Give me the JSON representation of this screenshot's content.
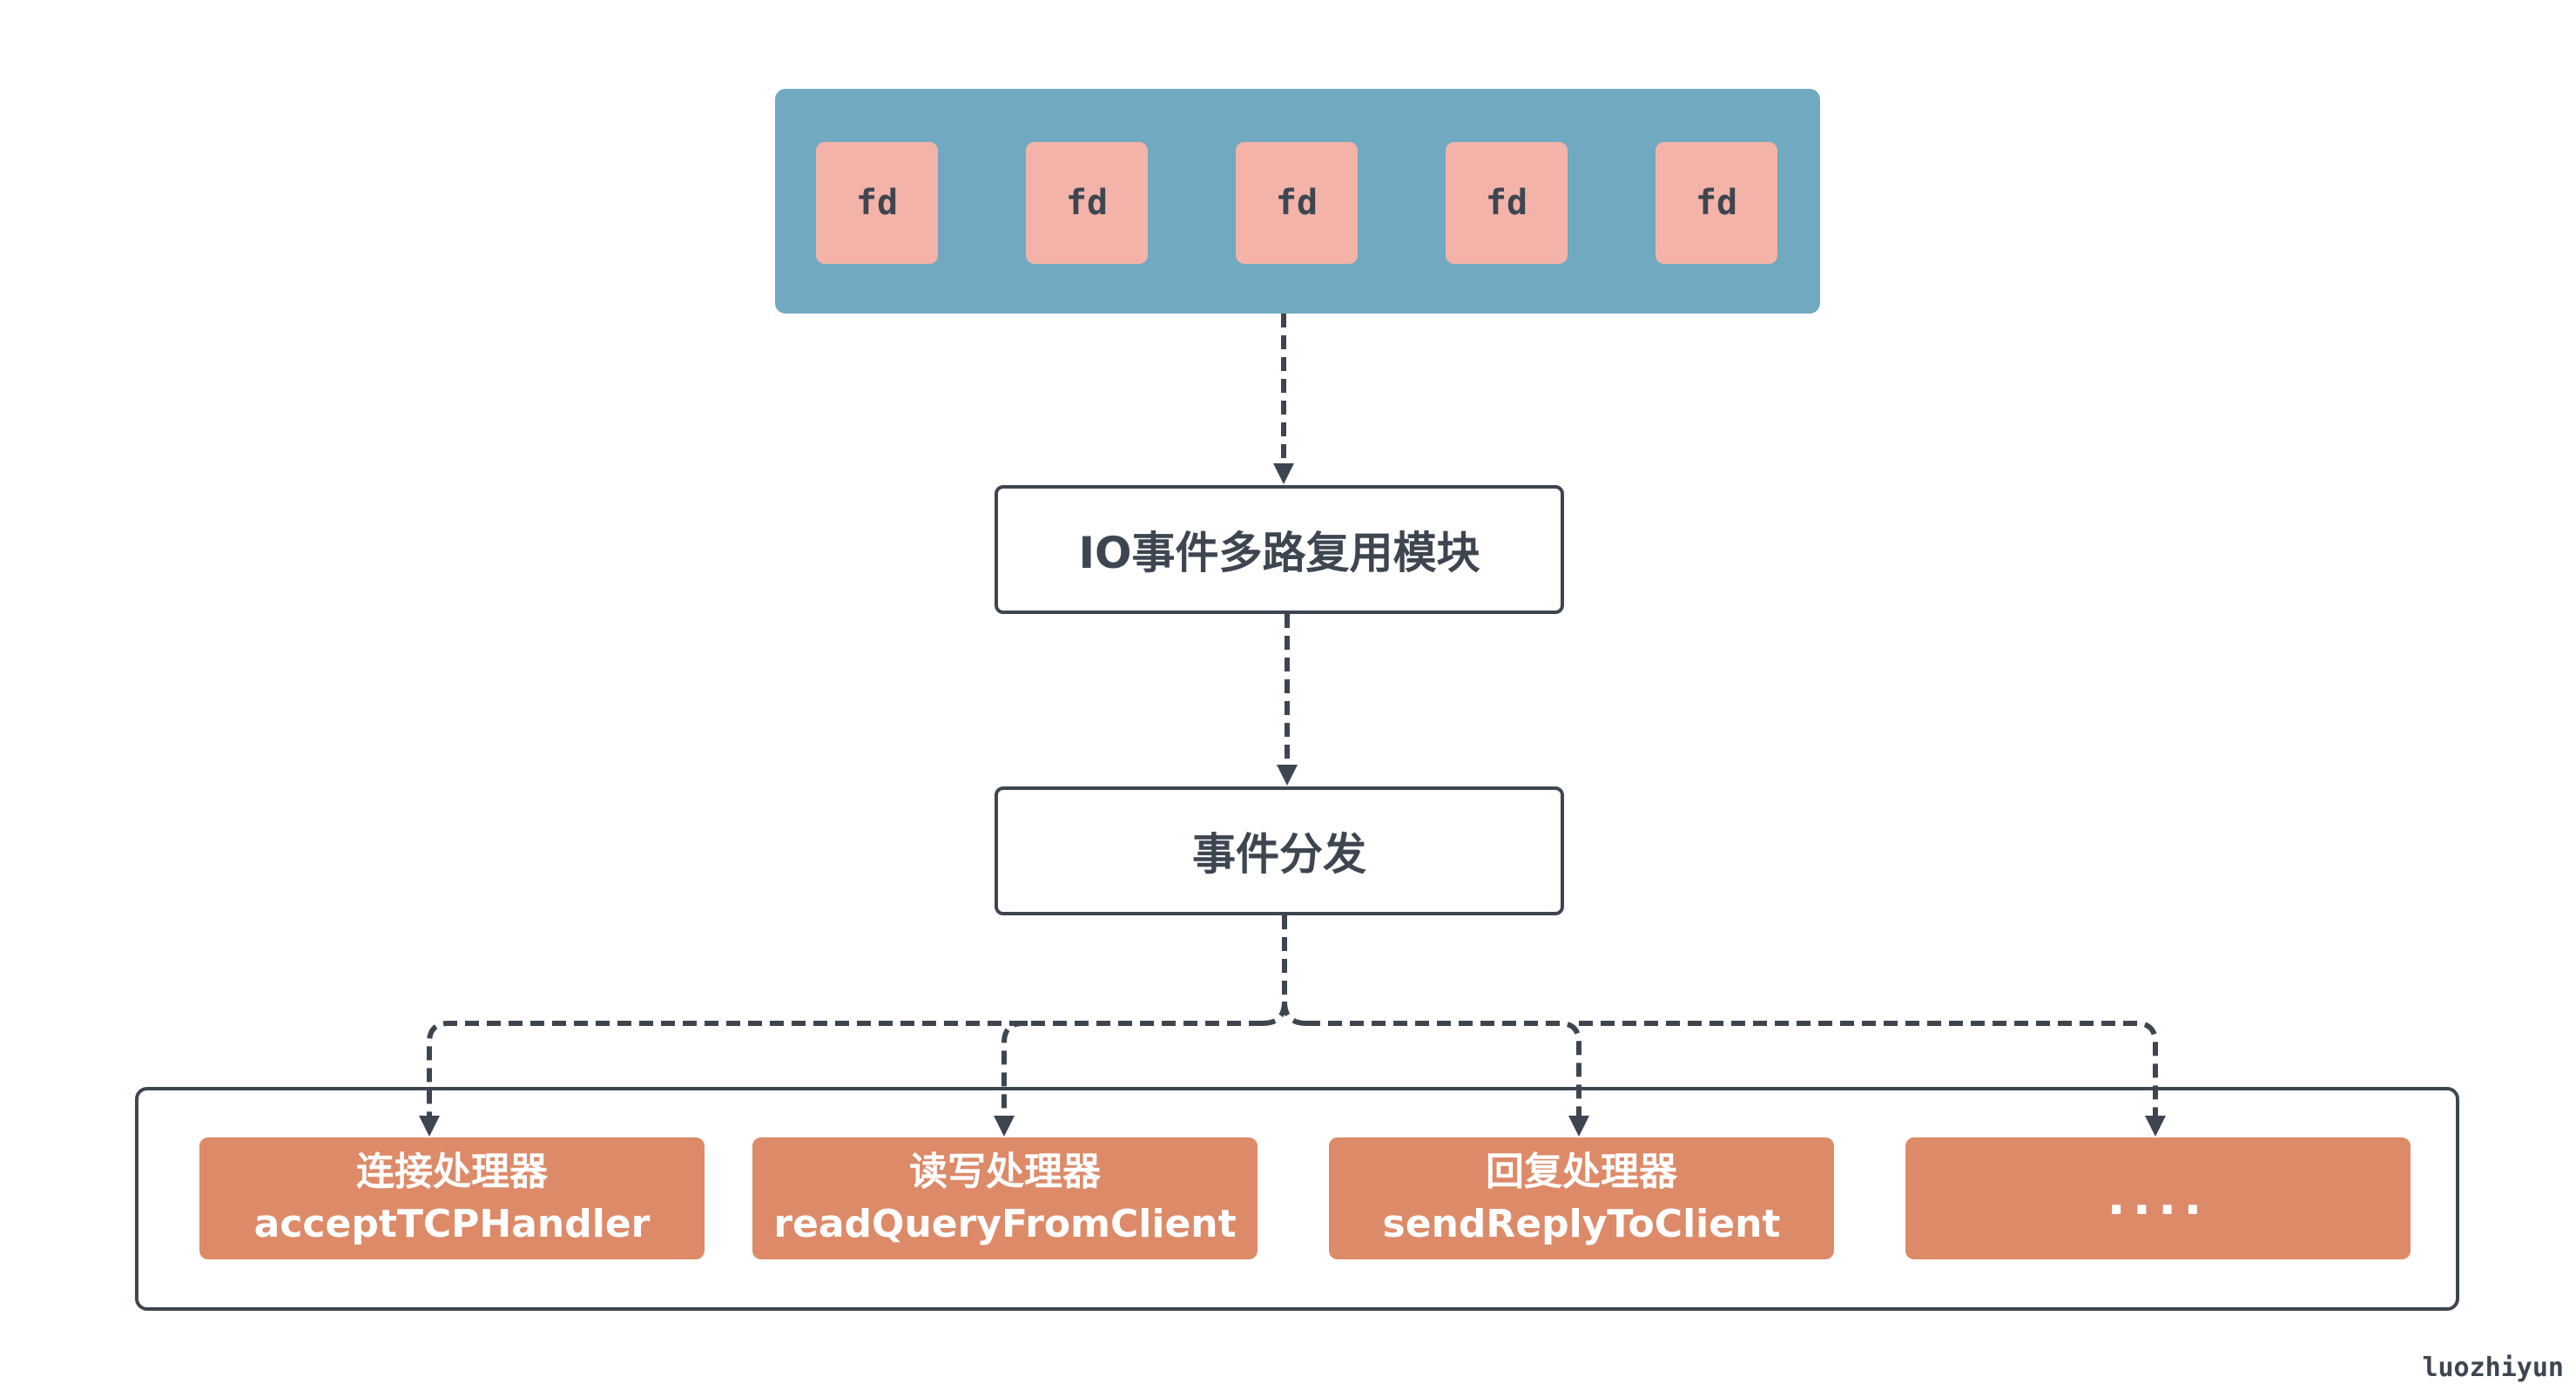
{
  "fd_items": [
    "fd",
    "fd",
    "fd",
    "fd",
    "fd"
  ],
  "io_module_label": "IO事件多路复用模块",
  "dispatch_label": "事件分发",
  "handlers": [
    {
      "title": "连接处理器",
      "fn": "acceptTCPHandler"
    },
    {
      "title": "读写处理器",
      "fn": "readQueryFromClient"
    },
    {
      "title": "回复处理器",
      "fn": "sendReplyToClient"
    },
    {
      "title": "",
      "fn": "...."
    }
  ],
  "watermark": "luozhiyun",
  "colors": {
    "fd_container": "#71a9c1",
    "fd_box": "#f4b3a8",
    "handler_box": "#dd8a69",
    "stroke": "#3d4650"
  }
}
